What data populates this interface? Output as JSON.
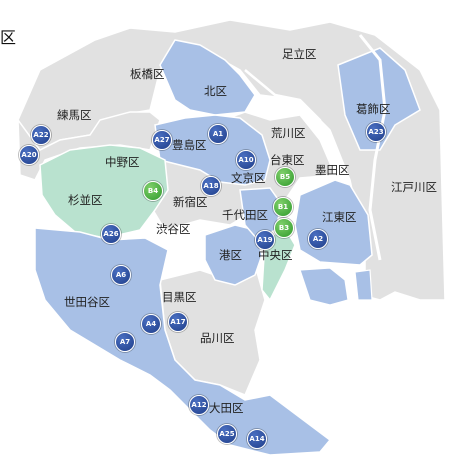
{
  "title_fragment": "区",
  "colors": {
    "blue_area": "#a8c0e6",
    "green_area": "#b9e2cf",
    "gray_area": "#e1e1e1",
    "border": "#ffffff",
    "blue_marker": "#1f3e8a",
    "green_marker": "#2f9a2c"
  },
  "wards": [
    {
      "name": "足立区"
    },
    {
      "name": "板橋区"
    },
    {
      "name": "北区"
    },
    {
      "name": "葛飾区"
    },
    {
      "name": "練馬区"
    },
    {
      "name": "荒川区"
    },
    {
      "name": "豊島区"
    },
    {
      "name": "中野区"
    },
    {
      "name": "台東区"
    },
    {
      "name": "文京区"
    },
    {
      "name": "墨田区"
    },
    {
      "name": "江戸川区"
    },
    {
      "name": "新宿区"
    },
    {
      "name": "杉並区"
    },
    {
      "name": "千代田区"
    },
    {
      "name": "江東区"
    },
    {
      "name": "渋谷区"
    },
    {
      "name": "港区"
    },
    {
      "name": "中央区"
    },
    {
      "name": "世田谷区"
    },
    {
      "name": "目黒区"
    },
    {
      "name": "品川区"
    },
    {
      "name": "大田区"
    }
  ],
  "markers": [
    {
      "label": "A22",
      "color": "blue"
    },
    {
      "label": "A20",
      "color": "blue"
    },
    {
      "label": "A27",
      "color": "blue"
    },
    {
      "label": "A1",
      "color": "blue"
    },
    {
      "label": "A23",
      "color": "blue"
    },
    {
      "label": "A10",
      "color": "blue"
    },
    {
      "label": "B5",
      "color": "green"
    },
    {
      "label": "A18",
      "color": "blue"
    },
    {
      "label": "B4",
      "color": "green"
    },
    {
      "label": "B1",
      "color": "green"
    },
    {
      "label": "B3",
      "color": "green"
    },
    {
      "label": "A19",
      "color": "blue"
    },
    {
      "label": "A2",
      "color": "blue"
    },
    {
      "label": "A26",
      "color": "blue"
    },
    {
      "label": "A6",
      "color": "blue"
    },
    {
      "label": "A4",
      "color": "blue"
    },
    {
      "label": "A17",
      "color": "blue"
    },
    {
      "label": "A7",
      "color": "blue"
    },
    {
      "label": "A12",
      "color": "blue"
    },
    {
      "label": "A25",
      "color": "blue"
    },
    {
      "label": "A14",
      "color": "blue"
    }
  ]
}
